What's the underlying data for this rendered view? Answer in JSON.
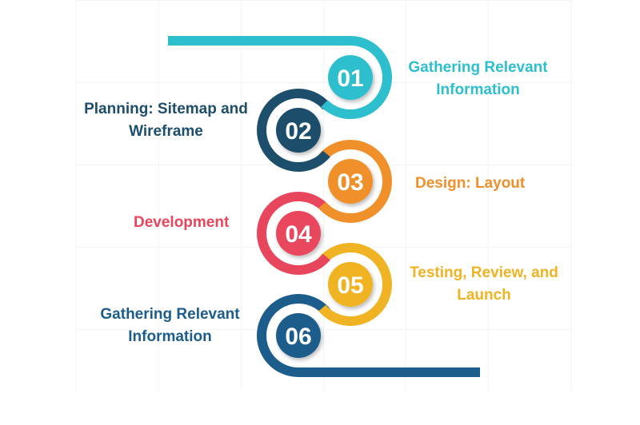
{
  "steps": [
    {
      "number": "01",
      "label_lines": [
        "Gathering Relevant",
        "Information"
      ],
      "color": "#2ebfcf"
    },
    {
      "number": "02",
      "label_lines": [
        "Planning: Sitemap and",
        "Wireframe"
      ],
      "color": "#1d4e6b"
    },
    {
      "number": "03",
      "label_lines": [
        "Design: Layout"
      ],
      "color": "#f0902a"
    },
    {
      "number": "04",
      "label_lines": [
        "Development"
      ],
      "color": "#e8465d"
    },
    {
      "number": "05",
      "label_lines": [
        "Testing, Review, and",
        "Launch"
      ],
      "color": "#f0b323"
    },
    {
      "number": "06",
      "label_lines": [
        "Gathering Relevant",
        "Information"
      ],
      "color": "#1c5d8c"
    }
  ]
}
